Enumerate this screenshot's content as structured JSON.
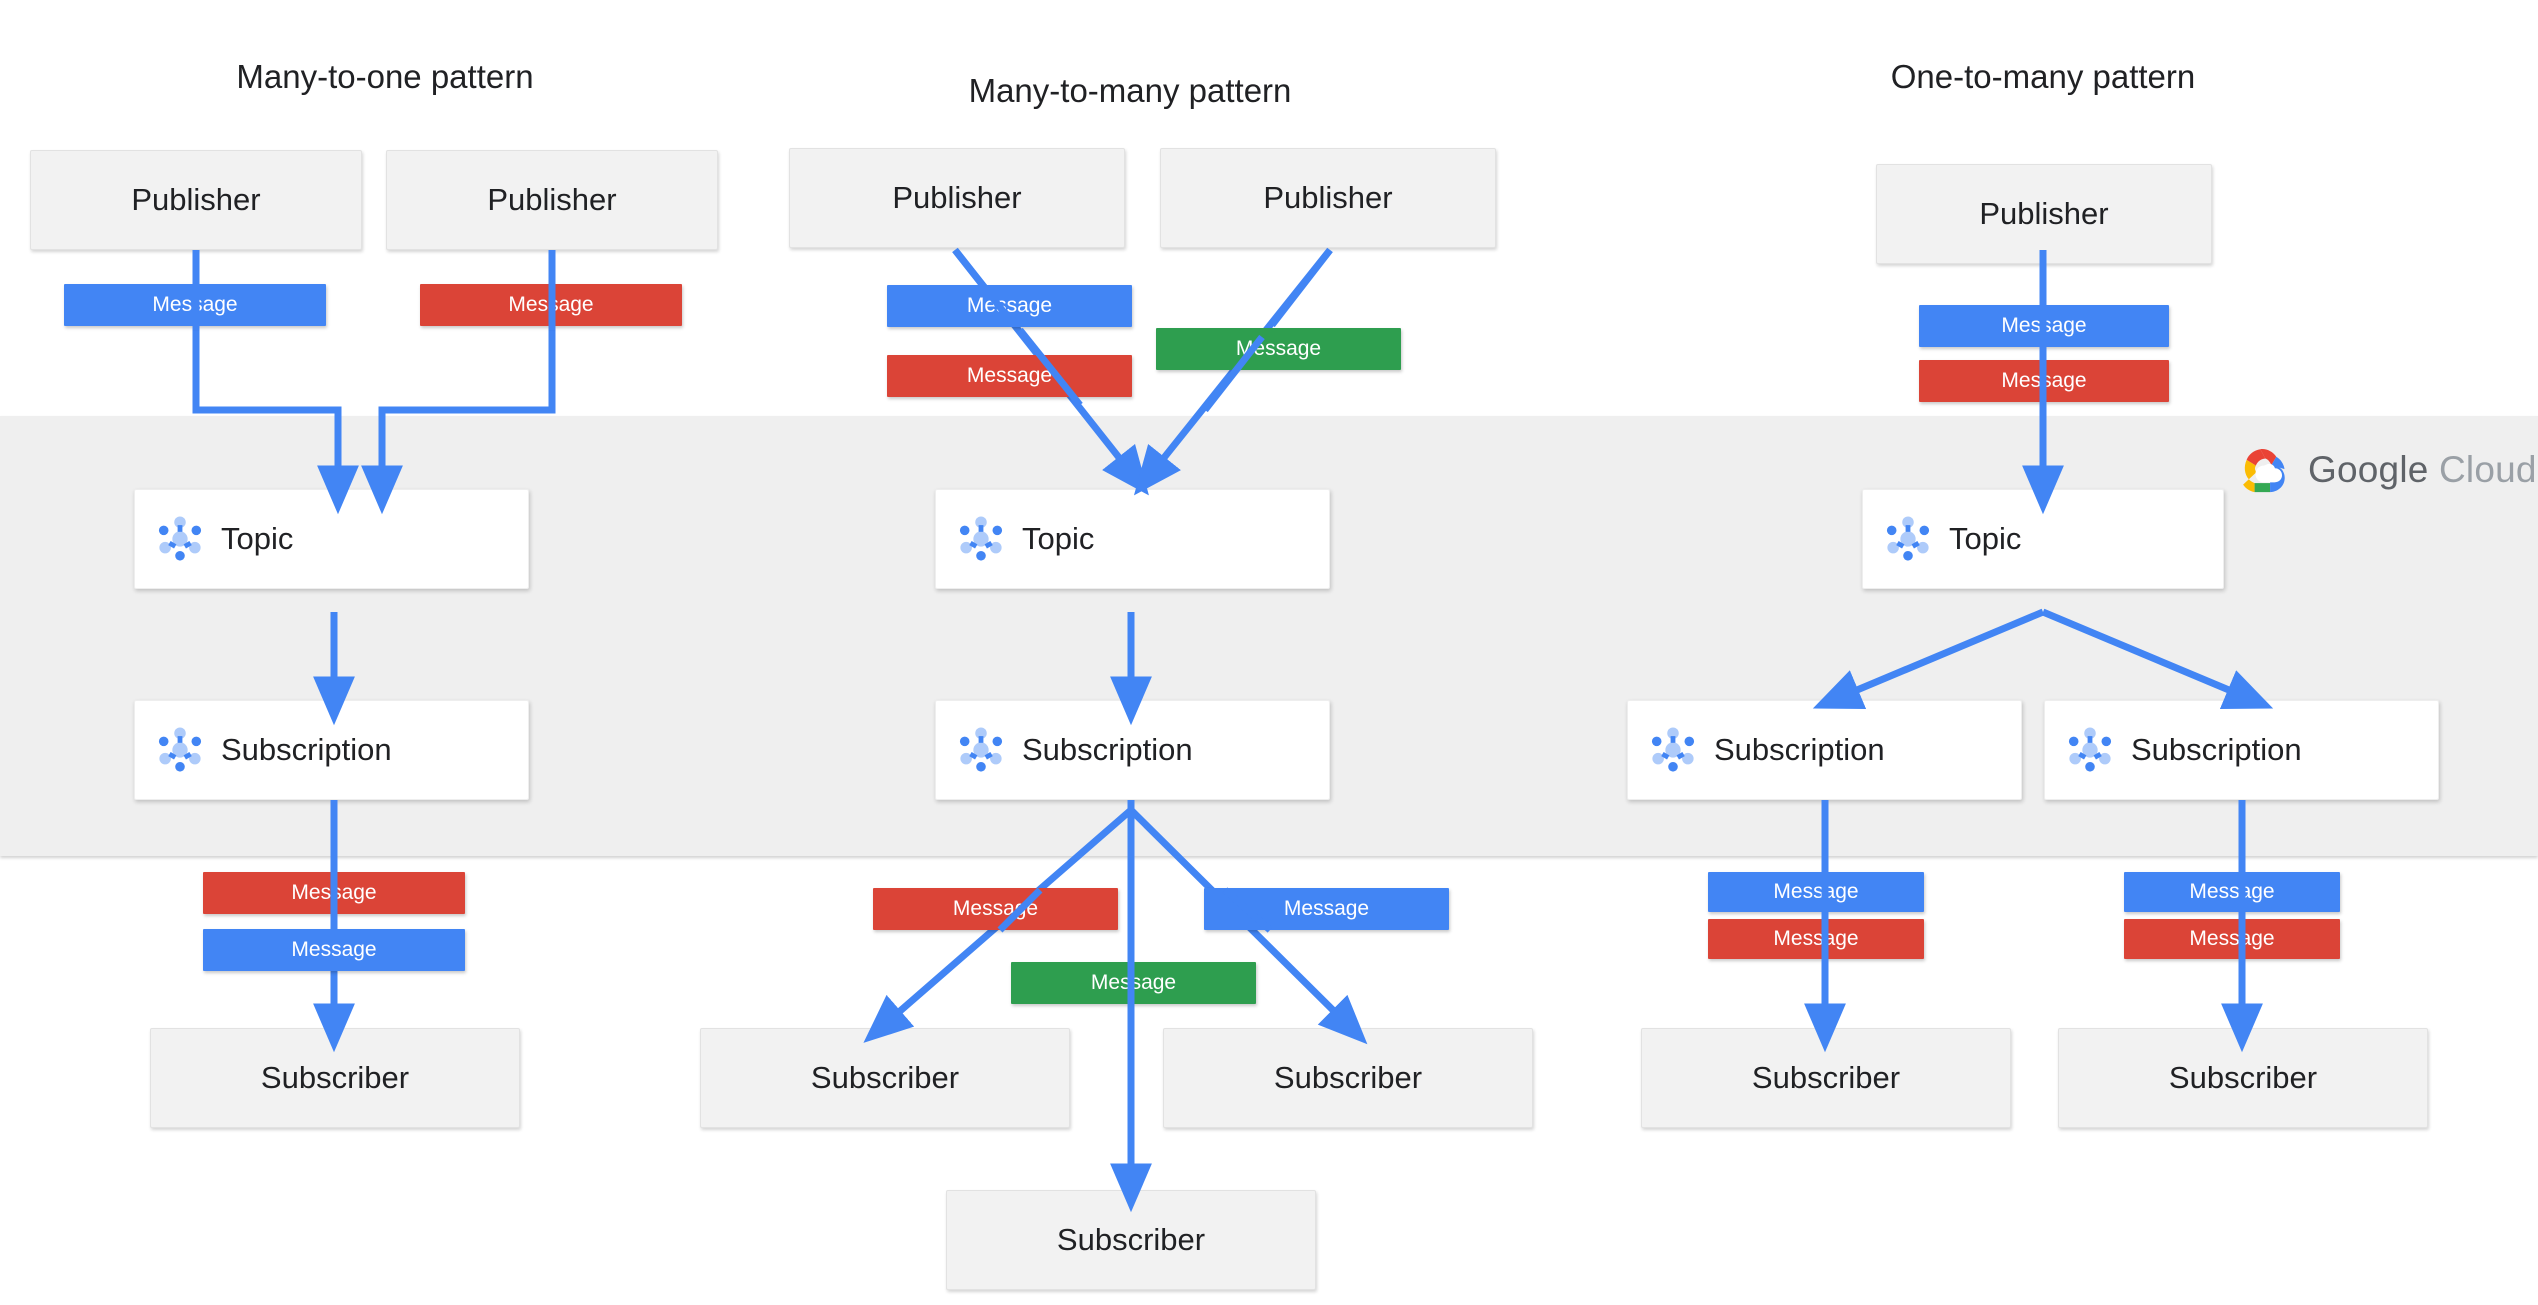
{
  "brand": {
    "logo_icon": "google-cloud-logo-icon",
    "name_primary": "Google",
    "name_secondary": "Cloud",
    "colors": {
      "blue": "#4285F4",
      "red": "#DB4437",
      "green": "#2E9E4F",
      "yellow": "#F4B400",
      "band_gray": "#EFEFEF",
      "box_gray": "#F2F2F2",
      "text": "#202124",
      "logo_text": "#5F6368",
      "icon_light_blue": "#AECBFA",
      "icon_blue": "#4285F4"
    }
  },
  "sections": [
    {
      "id": "many-to-one",
      "title": "Many-to-one pattern",
      "publishers": [
        {
          "label": "Publisher"
        },
        {
          "label": "Publisher"
        }
      ],
      "publisher_messages": [
        {
          "label": "Message",
          "color": "blue"
        },
        {
          "label": "Message",
          "color": "red"
        }
      ],
      "topic": {
        "label": "Topic",
        "icon": "pubsub-topic-icon"
      },
      "subscriptions": [
        {
          "label": "Subscription",
          "icon": "pubsub-subscription-icon"
        }
      ],
      "subscriber_messages": [
        {
          "label": "Message",
          "color": "red"
        },
        {
          "label": "Message",
          "color": "blue"
        }
      ],
      "subscribers": [
        {
          "label": "Subscriber"
        }
      ]
    },
    {
      "id": "many-to-many",
      "title": "Many-to-many  pattern",
      "publishers": [
        {
          "label": "Publisher"
        },
        {
          "label": "Publisher"
        }
      ],
      "publisher_messages": [
        {
          "label": "Message",
          "color": "blue"
        },
        {
          "label": "Message",
          "color": "red"
        },
        {
          "label": "Message",
          "color": "green"
        }
      ],
      "topic": {
        "label": "Topic",
        "icon": "pubsub-topic-icon"
      },
      "subscriptions": [
        {
          "label": "Subscription",
          "icon": "pubsub-subscription-icon"
        }
      ],
      "subscriber_messages": [
        {
          "label": "Message",
          "color": "red"
        },
        {
          "label": "Message",
          "color": "blue"
        },
        {
          "label": "Message",
          "color": "green"
        }
      ],
      "subscribers": [
        {
          "label": "Subscriber"
        },
        {
          "label": "Subscriber"
        },
        {
          "label": "Subscriber"
        }
      ]
    },
    {
      "id": "one-to-many",
      "title": "One-to-many pattern",
      "publishers": [
        {
          "label": "Publisher"
        }
      ],
      "publisher_messages": [
        {
          "label": "Message",
          "color": "blue"
        },
        {
          "label": "Message",
          "color": "red"
        }
      ],
      "topic": {
        "label": "Topic",
        "icon": "pubsub-topic-icon"
      },
      "subscriptions": [
        {
          "label": "Subscription",
          "icon": "pubsub-subscription-icon"
        },
        {
          "label": "Subscription",
          "icon": "pubsub-subscription-icon"
        }
      ],
      "subscriber_messages": [
        {
          "label": "Message",
          "color": "blue"
        },
        {
          "label": "Message",
          "color": "red"
        },
        {
          "label": "Message",
          "color": "blue"
        },
        {
          "label": "Message",
          "color": "red"
        }
      ],
      "subscribers": [
        {
          "label": "Subscriber"
        },
        {
          "label": "Subscriber"
        }
      ]
    }
  ]
}
